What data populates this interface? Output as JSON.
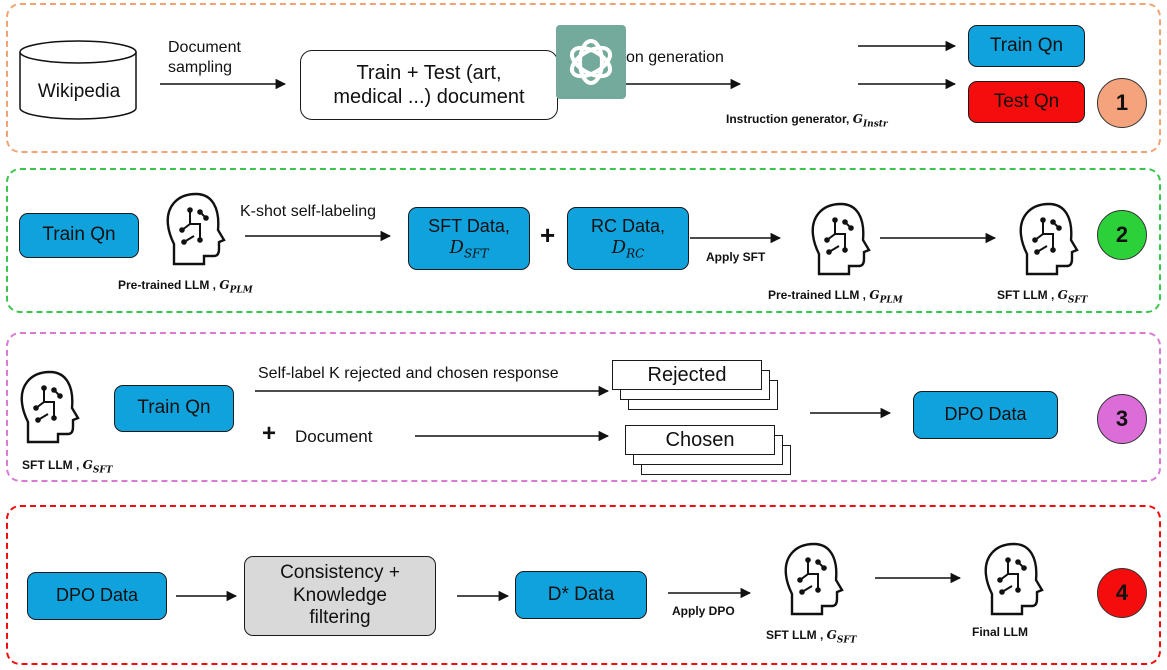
{
  "colors": {
    "orange_border": "#f2a374",
    "green_border": "#3cc54c",
    "pink_border": "#d97ad3",
    "red_border": "#f20d0d",
    "blue": "#10a2dd",
    "red": "#f50d0d",
    "gray": "#d9d9d9",
    "step1": "#f4a37c",
    "step2": "#2cd13a",
    "step3": "#db6cd8",
    "step4": "#f50d0d"
  },
  "panel1": {
    "wikipedia": "Wikipedia",
    "sampling_label": "Document\nsampling",
    "document_box": "Train + Test (art,\nmedical ...) document",
    "instruction_label": "Instruction generation",
    "generator_caption": "Instruction generator, ",
    "generator_math": "G",
    "generator_sub": "Instr",
    "train_qn": "Train Qn",
    "test_qn": "Test Qn",
    "step": "1"
  },
  "panel2": {
    "train_qn": "Train Qn",
    "selflabel_label": "K-shot self-labeling",
    "plm_caption": "Pre-trained LLM , ",
    "plm_math": "G",
    "plm_sub": "PLM",
    "sft_data": "SFT Data,",
    "sft_math": "D",
    "sft_sub": "SFT",
    "plus": "+",
    "rc_data": "RC Data,",
    "rc_math": "D",
    "rc_sub": "RC",
    "apply_sft": "Apply SFT",
    "plm_caption2": "Pre-trained LLM , ",
    "sft_caption": "SFT LLM , ",
    "sft_llm_math": "G",
    "sft_llm_sub": "SFT",
    "step": "2"
  },
  "panel3": {
    "train_qn": "Train Qn",
    "selflabel_label": "Self-label K rejected and chosen response",
    "plus": "+",
    "document": "Document",
    "rejected": "Rejected",
    "chosen": "Chosen",
    "dpo_data": "DPO Data",
    "sft_caption": "SFT LLM , ",
    "sft_math": "G",
    "sft_sub": "SFT",
    "step": "3"
  },
  "panel4": {
    "dpo_data": "DPO Data",
    "filter_box": "Consistency +\nKnowledge\nfiltering",
    "dstar_data": "D* Data",
    "apply_dpo": "Apply DPO",
    "sft_caption": "SFT LLM , ",
    "sft_math": "G",
    "sft_sub": "SFT",
    "final_llm": "Final LLM",
    "step": "4"
  }
}
